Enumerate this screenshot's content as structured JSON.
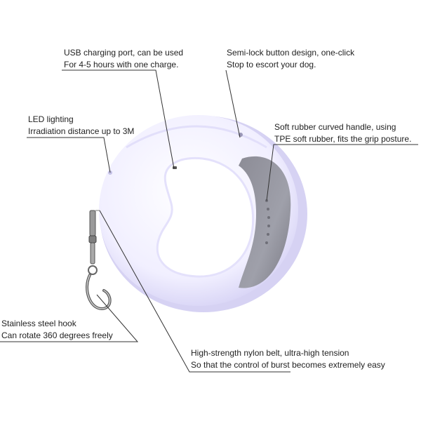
{
  "callouts": {
    "usb": {
      "line1": "USB charging port, can be used",
      "line2": "For 4-5 hours with one charge."
    },
    "semilock": {
      "line1": "Semi-lock button design, one-click",
      "line2": "Stop to escort your dog."
    },
    "led": {
      "line1": "LED lighting",
      "line2": "Irradiation distance up to 3M"
    },
    "handle": {
      "line1": "Soft rubber curved handle, using",
      "line2": "TPE soft rubber, fits the grip posture."
    },
    "hook": {
      "line1": "Stainless steel hook",
      "line2": "Can rotate 360 degrees freely"
    },
    "belt": {
      "line1": "High-strength nylon belt, ultra-high tension",
      "line2": "So that the control of burst becomes extremely easy"
    }
  },
  "colors": {
    "body": "#f1efff",
    "body_shade": "#d9d5f7",
    "grip": "#9a9aa4",
    "grip_dark": "#6f6f78",
    "line": "#333333"
  }
}
